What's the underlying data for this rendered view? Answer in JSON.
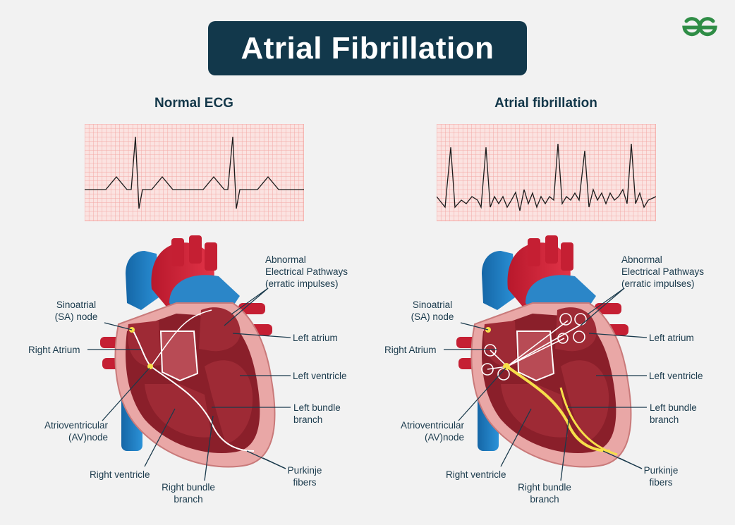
{
  "title": "Atrial Fibrillation",
  "logo": {
    "icon": "geeksforgeeks-logo-icon",
    "color": "#2f8d46"
  },
  "panels": {
    "left": {
      "ecg_title": "Normal ECG",
      "labels": {
        "abnormal": [
          "Abnormal",
          "Electrical Pathways",
          "(erratic impulses)"
        ],
        "sa_node": [
          "Sinoatrial",
          "(SA) node"
        ],
        "right_atrium": "Right Atrium",
        "left_atrium": "Left atrium",
        "left_ventricle": "Left ventricle",
        "av_node": [
          "Atrioventricular",
          "(AV)node"
        ],
        "left_bundle": [
          "Left bundle",
          "branch"
        ],
        "right_ventricle": "Right ventricle",
        "right_bundle": [
          "Right bundle",
          "branch"
        ],
        "purkinje": [
          "Purkinje",
          "fibers"
        ]
      }
    },
    "right": {
      "ecg_title": "Atrial fibrillation",
      "labels": {
        "abnormal": [
          "Abnormal",
          "Electrical Pathways",
          "(erratic impulses)"
        ],
        "sa_node": [
          "Sinoatrial",
          "(SA) node"
        ],
        "right_atrium": "Right Atrium",
        "left_atrium": "Left atrium",
        "left_ventricle": "Left ventricle",
        "av_node": [
          "Atrioventricular",
          "(AV)node"
        ],
        "left_bundle": [
          "Left bundle",
          "branch"
        ],
        "right_ventricle": "Right ventricle",
        "right_bundle": [
          "Right bundle",
          "branch"
        ],
        "purkinje": [
          "Purkinje",
          "fibers"
        ]
      }
    }
  },
  "colors": {
    "title_bg": "#12384b",
    "ecg_grid": "#f3a9a6",
    "ecg_bg": "#fbe3e1",
    "aorta": "#d0243a",
    "vena_cava": "#1f7fc6",
    "myocardium": "#8a1f2a",
    "conduction": "#f6df4a"
  }
}
